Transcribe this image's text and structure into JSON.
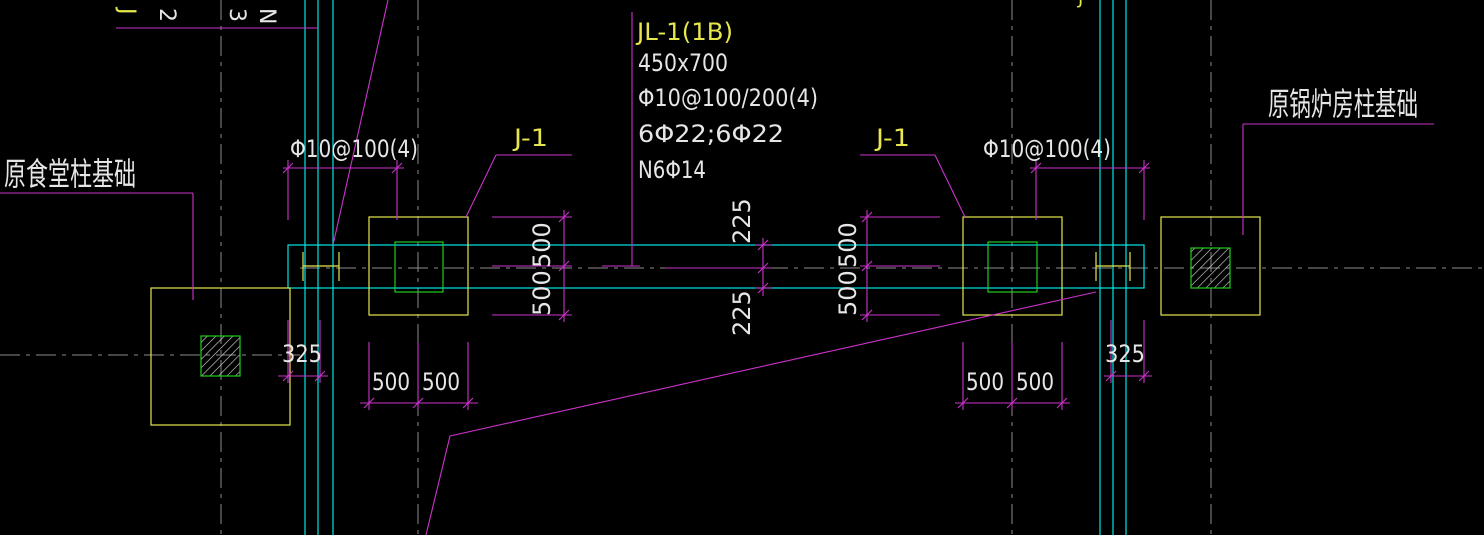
{
  "colors": {
    "background": "#000000",
    "cyan": "#00e5e5",
    "yellow": "#e6e64d",
    "magenta": "#cc33cc",
    "green": "#22cc22",
    "white": "#e6e6e6",
    "gray": "#8c8c8c"
  },
  "labels": {
    "left_foundation": "原食堂柱基础",
    "right_foundation": "原锅炉房柱基础",
    "left_footing": "J-1",
    "right_footing": "J-1",
    "left_stirrup": "Φ10@100(4)",
    "right_stirrup": "Φ10@100(4)",
    "top_partial_1": "J",
    "top_partial_2": "2",
    "top_partial_3": "3",
    "top_partial_4": "N",
    "top_partial_5": "J"
  },
  "beam_spec": {
    "name": "JL-1(1B)",
    "section": "450x700",
    "stirrup": "Φ10@100/200(4)",
    "rebar": "6Φ22;6Φ22",
    "side_bars": "N6Φ14"
  },
  "dimensions": {
    "d_325_left": "325",
    "d_325_right": "325",
    "d_225_top": "225",
    "d_225_bottom": "225",
    "d_500": "500"
  }
}
